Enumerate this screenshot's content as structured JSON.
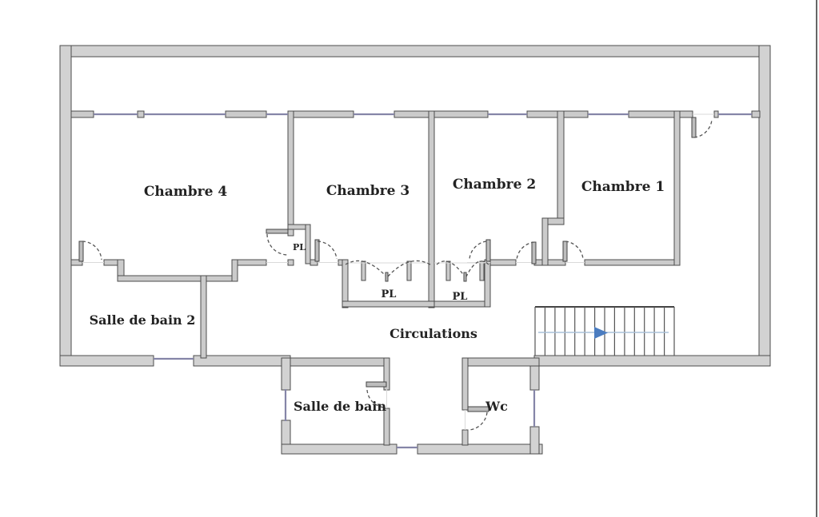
{
  "plan": {
    "rooms": {
      "chambre4": {
        "label": "Chambre 4"
      },
      "chambre3": {
        "label": "Chambre 3"
      },
      "chambre2": {
        "label": "Chambre 2"
      },
      "chambre1": {
        "label": "Chambre 1"
      },
      "salle_de_bain_2": {
        "label": "Salle de bain 2"
      },
      "circulations": {
        "label": "Circulations"
      },
      "salle_de_bain": {
        "label": "Salle de bain"
      },
      "wc": {
        "label": "Wc"
      }
    },
    "closets": {
      "pl_chambre4": {
        "label": "PL"
      },
      "pl_left": {
        "label": "PL"
      },
      "pl_right": {
        "label": "PL"
      }
    },
    "stairs": {
      "direction": "right"
    },
    "colors": {
      "outer_wall_fill": "#d2d2d2",
      "inner_wall_fill": "#cbcbcb",
      "wall_edge": "#4c4c4c",
      "window": "#8585a8",
      "door_arc": "#555555",
      "stair_arrow": "#4a7cc0",
      "label_text": "#222222"
    }
  }
}
